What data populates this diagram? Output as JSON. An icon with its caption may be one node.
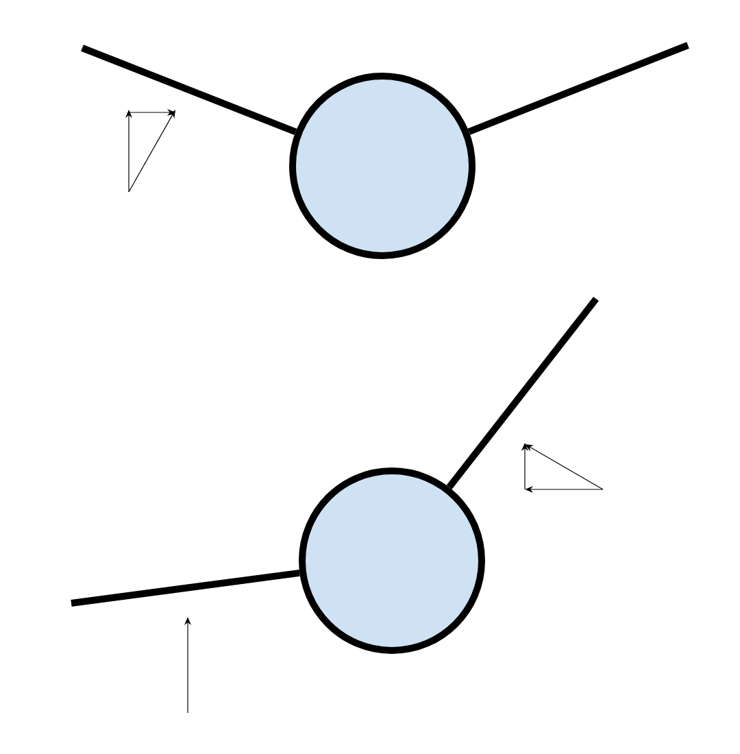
{
  "diagram": {
    "nodes": [
      {
        "text": [],
        "shape": "circle"
      },
      {
        "text": [],
        "shape": "circle"
      }
    ],
    "edges": [
      {
        "from": null,
        "to": 0,
        "arrow": "none"
      },
      {
        "from": null,
        "to": 0,
        "arrow": "none"
      },
      {
        "from": null,
        "to": 1,
        "arrow": "none"
      },
      {
        "from": null,
        "to": 1,
        "arrow": "none"
      }
    ]
  }
}
